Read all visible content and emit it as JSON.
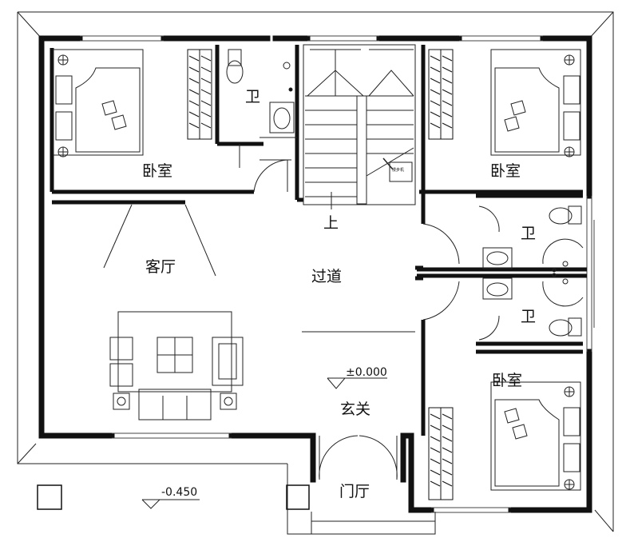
{
  "rooms": {
    "bedroom_nw": "卧室",
    "bath_top": "卫",
    "bedroom_ne": "卧室",
    "bath_right_upper": "卫",
    "bath_right_lower": "卫",
    "living_room": "客厅",
    "corridor": "过道",
    "stair_up": "上",
    "entry_hall": "玄关",
    "bedroom_se": "卧室",
    "porch": "门厅"
  },
  "levels": {
    "interior": "±0.000",
    "exterior": "-0.450"
  },
  "stair_tag": "漫步机"
}
